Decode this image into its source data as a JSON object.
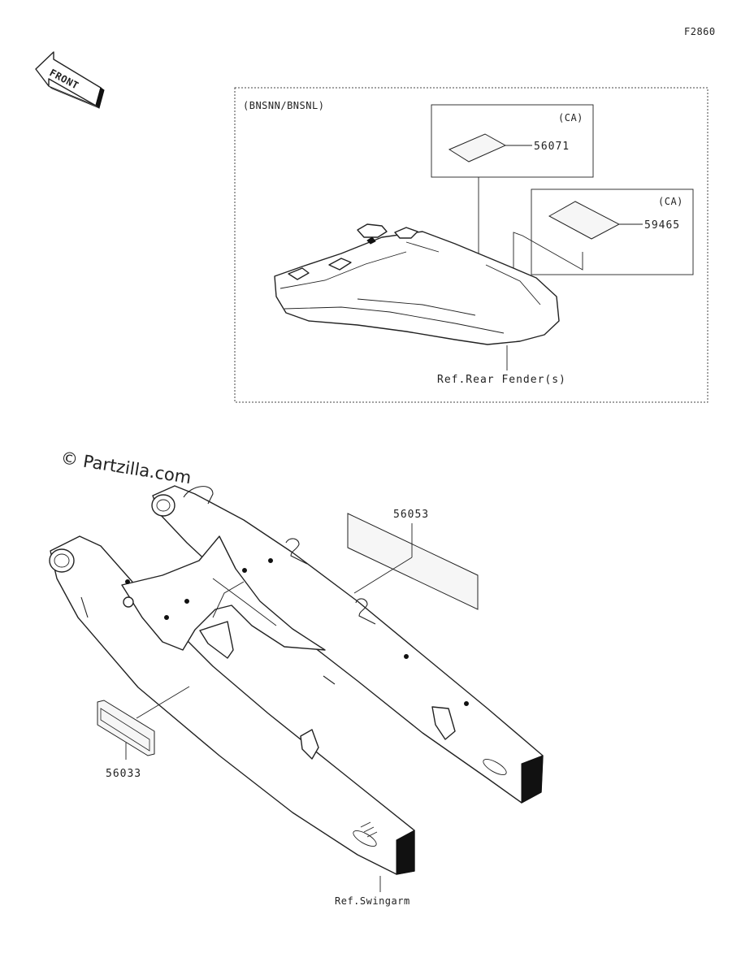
{
  "figure_code": "F2860",
  "front_arrow": {
    "text": "FRONT",
    "icon": "front-direction-arrow-icon"
  },
  "watermark": "© Partzilla.com",
  "inset": {
    "model_label": "(BNSNN/BNSNL)",
    "callouts": [
      {
        "region": "(CA)",
        "part_number": "56071"
      },
      {
        "region": "(CA)",
        "part_number": "59465"
      }
    ],
    "reference": "Ref.Rear Fender(s)"
  },
  "main_parts": {
    "label_56053": "56053",
    "label_56033": "56033",
    "reference": "Ref.Swingarm"
  }
}
